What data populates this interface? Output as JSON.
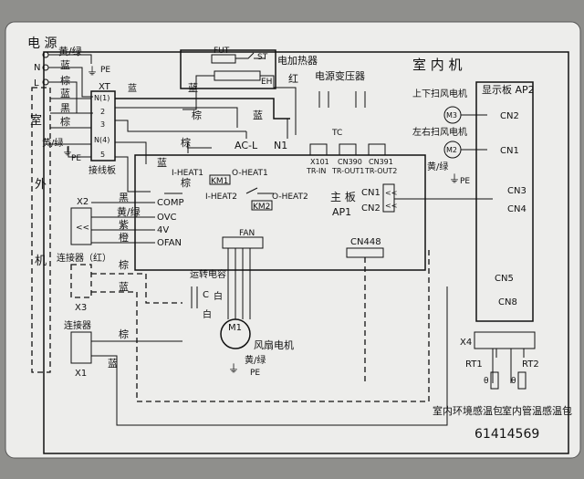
{
  "labels": {
    "power": "电 源",
    "yellow_green": "黄/绿",
    "blue": "蓝",
    "black": "黑",
    "brown": "棕",
    "red": "红",
    "purple": "紫",
    "orange": "橙",
    "pe": "PE",
    "ground": "⏚",
    "n": "N",
    "l": "L",
    "indoor_side": "室",
    "outdoor_side": [
      "外",
      "机"
    ],
    "indoor_unit": "室 内 机",
    "xt": "XT",
    "terminal_1": "N(1)",
    "terminal_2": "2",
    "terminal_3": "3",
    "terminal_4": "N(4)",
    "terminal_5": "5",
    "terminal_board": "接线板",
    "fut": "FUT",
    "st": "ST",
    "eh": "EH",
    "heater": "电加热器",
    "transformer": "电源变压器",
    "tc": "TC",
    "x101": "X101",
    "tr_in": "TR-IN",
    "cn390": "CN390",
    "tr_out1": "TR-OUT1",
    "cn391": "CN391",
    "tr_out2": "TR-OUT2",
    "ac_l": "AC-L",
    "n1": "N1",
    "i_heat1": "I-HEAT1",
    "o_heat1": "O-HEAT1",
    "km1": "KM1",
    "i_heat2": "I-HEAT2",
    "o_heat2": "O-HEAT2",
    "km2": "KM2",
    "main_board": "主 板",
    "ap1": "AP1",
    "cn1": "CN1",
    "cn2": "CN2",
    "x2": "X2",
    "x3": "X3",
    "x1": "X1",
    "comp": "COMP",
    "ovc": "OVC",
    "v4": "4V",
    "ofan": "OFAN",
    "connector_red": "连接器（红）",
    "connector": "连接器",
    "fan": "FAN",
    "cn448": "CN448",
    "run_cap": "运转电容",
    "c": "C",
    "white": "白",
    "m1": "M1",
    "fan_motor": "风扇电机",
    "display_board": "显示板 AP2",
    "updown_motor": "上下扫风电机",
    "leftright_motor": "左右扫风电机",
    "m3": "M3",
    "m2": "M2",
    "cn2_display": "CN2",
    "cn1_display": "CN1",
    "cn3": "CN3",
    "cn4": "CN4",
    "cn5": "CN5",
    "cn8": "CN8",
    "x4": "X4",
    "rt1": "RT1",
    "rt2": "RT2",
    "theta": "θ",
    "room_temp_sensor": "室内环境感温包",
    "pipe_temp_sensor": "室内管温感温包",
    "part_number": "61414569"
  },
  "colors": {
    "panel": "#ededeb",
    "ink": "#111111",
    "background": "#8f8f8c"
  }
}
